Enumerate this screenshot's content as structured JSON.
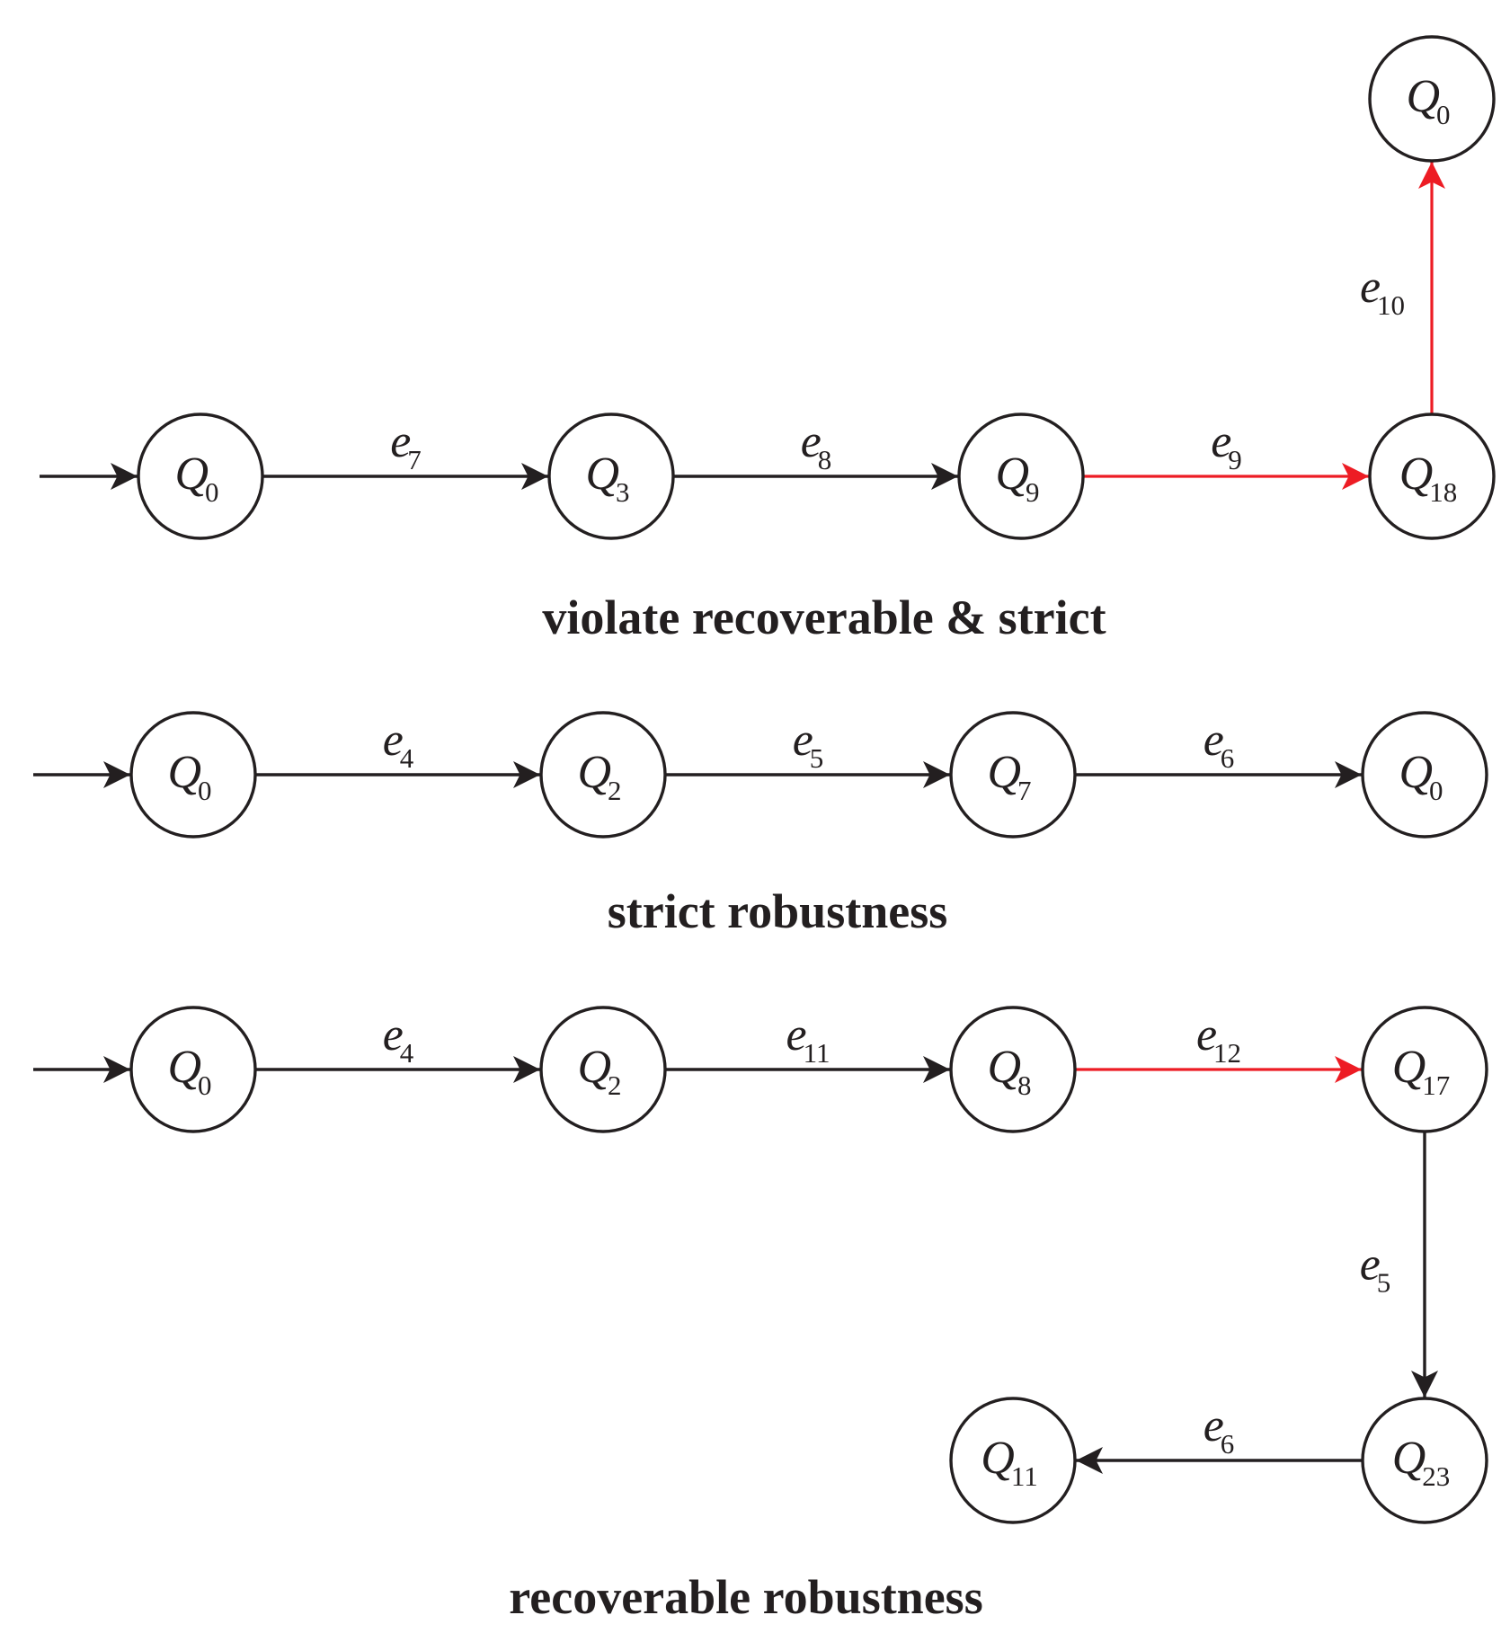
{
  "colors": {
    "ink": "#231f20",
    "highlight": "#ed1c24"
  },
  "diagrams": [
    {
      "caption": "violate recoverable & strict",
      "nodes": [
        {
          "id": "a0",
          "letter": "Q",
          "sub": "0"
        },
        {
          "id": "a3",
          "letter": "Q",
          "sub": "3"
        },
        {
          "id": "a9",
          "letter": "Q",
          "sub": "9"
        },
        {
          "id": "a18",
          "letter": "Q",
          "sub": "18"
        },
        {
          "id": "aTop",
          "letter": "Q",
          "sub": "0"
        }
      ],
      "edges": [
        {
          "from": "a0",
          "to": "a3",
          "letter": "e",
          "sub": "7",
          "highlight": false
        },
        {
          "from": "a3",
          "to": "a9",
          "letter": "e",
          "sub": "8",
          "highlight": false
        },
        {
          "from": "a9",
          "to": "a18",
          "letter": "e",
          "sub": "9",
          "highlight": true
        },
        {
          "from": "a18",
          "to": "aTop",
          "letter": "e",
          "sub": "10",
          "highlight": true
        }
      ]
    },
    {
      "caption": "strict robustness",
      "nodes": [
        {
          "id": "b0",
          "letter": "Q",
          "sub": "0"
        },
        {
          "id": "b2",
          "letter": "Q",
          "sub": "2"
        },
        {
          "id": "b7",
          "letter": "Q",
          "sub": "7"
        },
        {
          "id": "bEnd",
          "letter": "Q",
          "sub": "0"
        }
      ],
      "edges": [
        {
          "from": "b0",
          "to": "b2",
          "letter": "e",
          "sub": "4",
          "highlight": false
        },
        {
          "from": "b2",
          "to": "b7",
          "letter": "e",
          "sub": "5",
          "highlight": false
        },
        {
          "from": "b7",
          "to": "bEnd",
          "letter": "e",
          "sub": "6",
          "highlight": false
        }
      ]
    },
    {
      "caption": "recoverable robustness",
      "nodes": [
        {
          "id": "c0",
          "letter": "Q",
          "sub": "0"
        },
        {
          "id": "c2",
          "letter": "Q",
          "sub": "2"
        },
        {
          "id": "c8",
          "letter": "Q",
          "sub": "8"
        },
        {
          "id": "c17",
          "letter": "Q",
          "sub": "17"
        },
        {
          "id": "c23",
          "letter": "Q",
          "sub": "23"
        },
        {
          "id": "c11",
          "letter": "Q",
          "sub": "11"
        }
      ],
      "edges": [
        {
          "from": "c0",
          "to": "c2",
          "letter": "e",
          "sub": "4",
          "highlight": false
        },
        {
          "from": "c2",
          "to": "c8",
          "letter": "e",
          "sub": "11",
          "highlight": false
        },
        {
          "from": "c8",
          "to": "c17",
          "letter": "e",
          "sub": "12",
          "highlight": true
        },
        {
          "from": "c17",
          "to": "c23",
          "letter": "e",
          "sub": "5",
          "highlight": false
        },
        {
          "from": "c23",
          "to": "c11",
          "letter": "e",
          "sub": "6",
          "highlight": false
        }
      ]
    }
  ]
}
